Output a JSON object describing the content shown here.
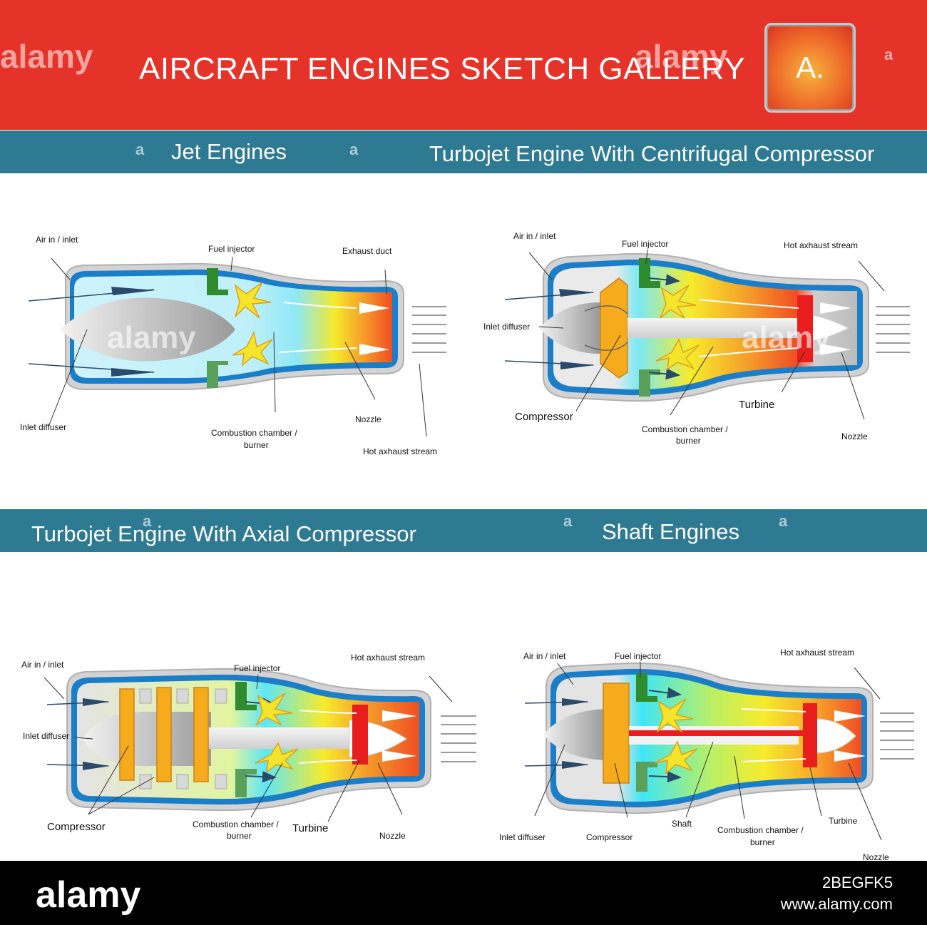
{
  "header": {
    "title": "AIRCRAFT ENGINES SKETCH GALLERY",
    "badge_letter": "A.",
    "watermark": "alamy",
    "watermark_small": "a"
  },
  "sections": {
    "jet_engines": "Jet Engines",
    "centrifugal": "Turbojet Engine With Centrifugal Compressor",
    "axial": "Turbojet Engine With Axial Compressor",
    "shaft": "Shaft Engines"
  },
  "diagram1": {
    "air_in": "Air in / inlet",
    "fuel_injector": "Fuel injector",
    "exhaust_duct": "Exhaust duct",
    "inlet_diffuser": "Inlet diffuser",
    "combustion_1": "Combustion chamber /",
    "combustion_2": "burner",
    "nozzle": "Nozzle",
    "hot_exhaust": "Hot axhaust stream"
  },
  "diagram2": {
    "air_in": "Air in / inlet",
    "fuel_injector": "Fuel injector",
    "hot_exhaust": "Hot axhaust stream",
    "inlet_diffuser": "Inlet diffuser",
    "compressor": "Compressor",
    "turbine": "Turbine",
    "combustion_1": "Combustion chamber /",
    "combustion_2": "burner",
    "nozzle": "Nozzle"
  },
  "diagram3": {
    "air_in": "Air in / inlet",
    "fuel_injector": "Fuel injector",
    "hot_exhaust": "Hot axhaust stream",
    "inlet_diffuser": "Inlet diffuser",
    "compressor": "Compressor",
    "combustion_1": "Combustion chamber /",
    "combustion_2": "burner",
    "turbine": "Turbine",
    "nozzle": "Nozzle"
  },
  "diagram4": {
    "air_in": "Air in / inlet",
    "fuel_injector": "Fuel injector",
    "hot_exhaust": "Hot axhaust stream",
    "inlet_diffuser": "Inlet diffuser",
    "compressor": "Compressor",
    "shaft": "Shaft",
    "combustion_1": "Combustion chamber /",
    "combustion_2": "burner",
    "turbine": "Turbine",
    "nozzle": "Nozzle"
  },
  "footer": {
    "logo": "alamy",
    "image_id": "2BEGFK5",
    "url": "www.alamy.com"
  }
}
